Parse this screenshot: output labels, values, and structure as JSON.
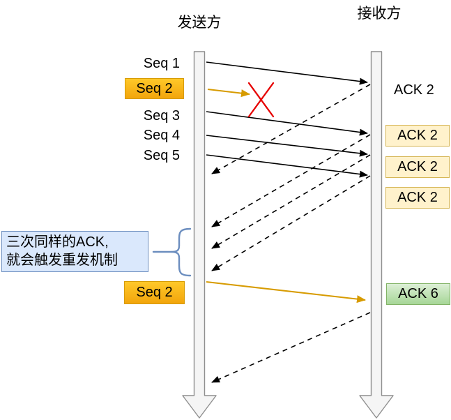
{
  "diagram": {
    "type": "sequence-diagram",
    "topic": "TCP fast retransmit (three duplicate ACKs trigger retransmission)",
    "sender": {
      "title": "发送方",
      "events": [
        {
          "label": "Seq 1",
          "style": "plain"
        },
        {
          "label": "Seq 2",
          "style": "orange-box",
          "note": "lost segment"
        },
        {
          "label": "Seq 3",
          "style": "plain"
        },
        {
          "label": "Seq 4",
          "style": "plain"
        },
        {
          "label": "Seq 5",
          "style": "plain"
        },
        {
          "label": "Seq 2",
          "style": "orange-box",
          "note": "retransmitted segment"
        }
      ]
    },
    "receiver": {
      "title": "接收方",
      "events": [
        {
          "label": "ACK 2",
          "style": "plain"
        },
        {
          "label": "ACK 2",
          "style": "yellow-box"
        },
        {
          "label": "ACK 2",
          "style": "yellow-box"
        },
        {
          "label": "ACK 2",
          "style": "yellow-box"
        },
        {
          "label": "ACK 6",
          "style": "green-box"
        }
      ]
    },
    "annotation": {
      "line1": "三次同样的ACK,",
      "line2": "就会触发重发机制"
    },
    "icons": {
      "drop_cross": "red-x-lost-packet",
      "brace": "curly-brace-grouping-three-acks"
    },
    "colors": {
      "orange_fill_top": "#ffc829",
      "orange_fill_bottom": "#f2a50c",
      "orange_border": "#d79b00",
      "yellow_fill": "#fff2cc",
      "yellow_border": "#d6b656",
      "green_fill_top": "#dcefd5",
      "green_fill_bottom": "#a6d697",
      "green_border": "#82b366",
      "note_fill": "#dae8fc",
      "note_border": "#6c8ebf",
      "arrow_black": "#000000",
      "arrow_orange": "#d79b00",
      "cross_red": "#e60000",
      "timeline_fill": "#f5f5f5",
      "timeline_border": "#8f8f8f"
    }
  }
}
